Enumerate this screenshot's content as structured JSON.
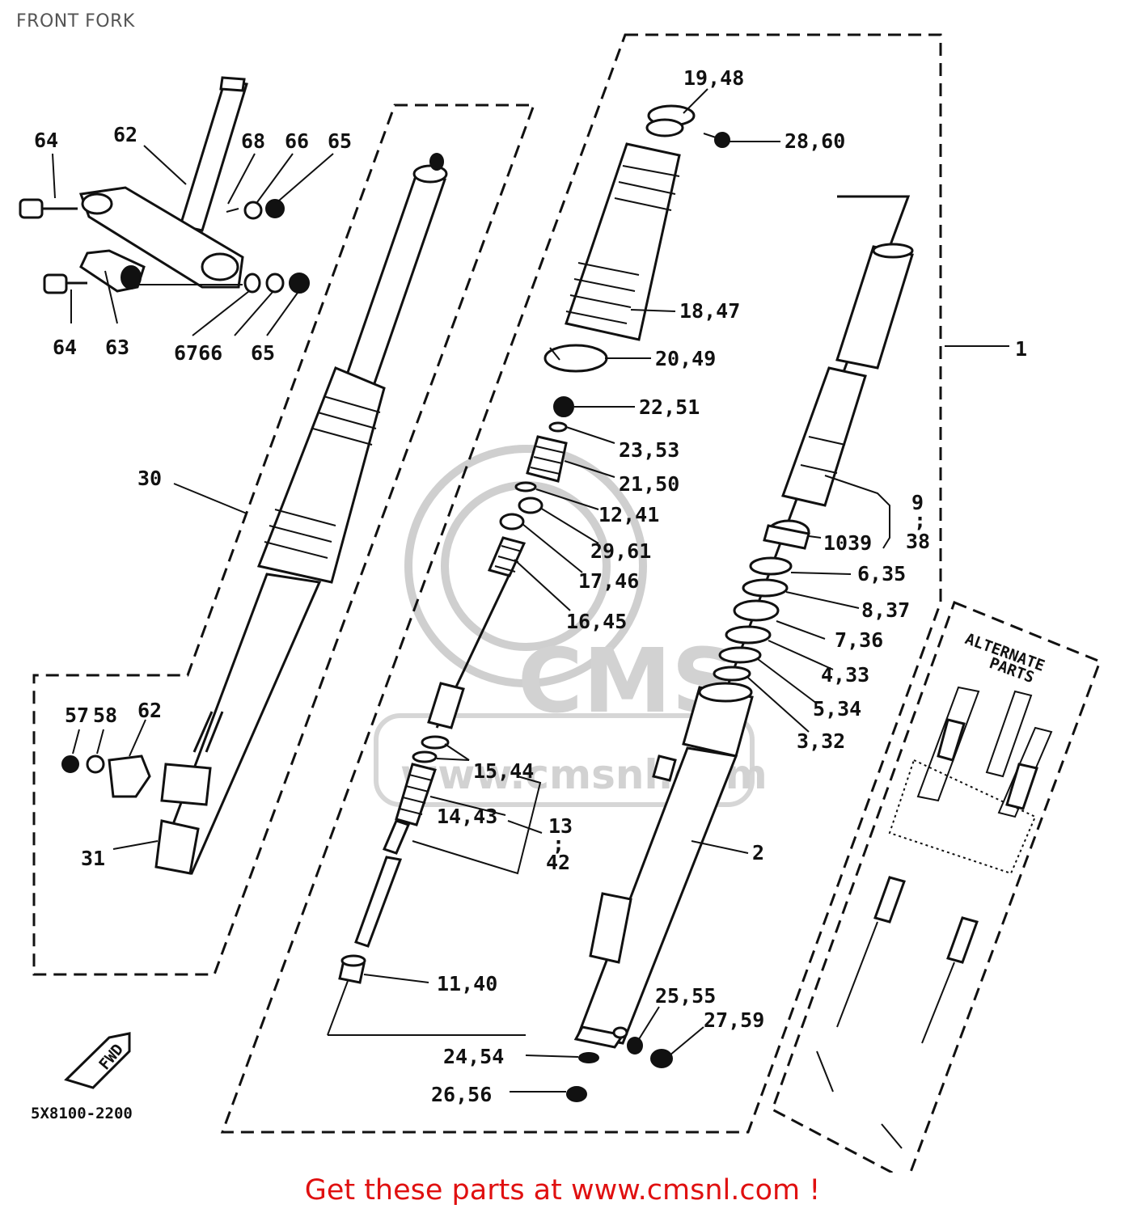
{
  "page": {
    "title": "FRONT FORK",
    "footer": "Get these parts at www.cmsnl.com !"
  },
  "diagram": {
    "code": "5X8100-2200",
    "watermark": "CMS",
    "watermark_url": "www.cmsnl.com",
    "fwd_mark": "FWD",
    "alternate_title_1": "ALTERNATE",
    "alternate_title_2": "PARTS",
    "callouts": {
      "c64a": "64",
      "c62a": "62",
      "c68": "68",
      "c66a": "66",
      "c65a": "65",
      "c64b": "64",
      "c63": "63",
      "c6766": "6766",
      "c65b": "65",
      "c30": "30",
      "c57": "57",
      "c58": "58",
      "c62b": "62",
      "c31": "31",
      "c19_48": "19,48",
      "c28_60": "28,60",
      "c18_47": "18,47",
      "c20_49": "20,49",
      "c1": "1",
      "c22_51": "22,51",
      "c23_53": "23,53",
      "c21_50": "21,50",
      "c12_41": "12,41",
      "c29_61": "29,61",
      "c17_46": "17,46",
      "c16_45": "16,45",
      "c9a": "9",
      "c9b": ";",
      "c38": "38",
      "c1039": "1039",
      "c6_35": "6,35",
      "c8_37": "8,37",
      "c7_36": "7,36",
      "c4_33": "4,33",
      "c5_34": "5,34",
      "c3_32": "3,32",
      "c15_44": "15,44",
      "c14_43": "14,43",
      "c13a": "13",
      "c13b": ";",
      "c42": "42",
      "c2": "2",
      "c11_40": "11,40",
      "c25_55": "25,55",
      "c27_59": "27,59",
      "c24_54": "24,54",
      "c26_56": "26,56"
    }
  },
  "colors": {
    "line": "#111111",
    "title_text": "#555555",
    "footer_text": "#e01010",
    "watermark": "#cfcfcf"
  }
}
